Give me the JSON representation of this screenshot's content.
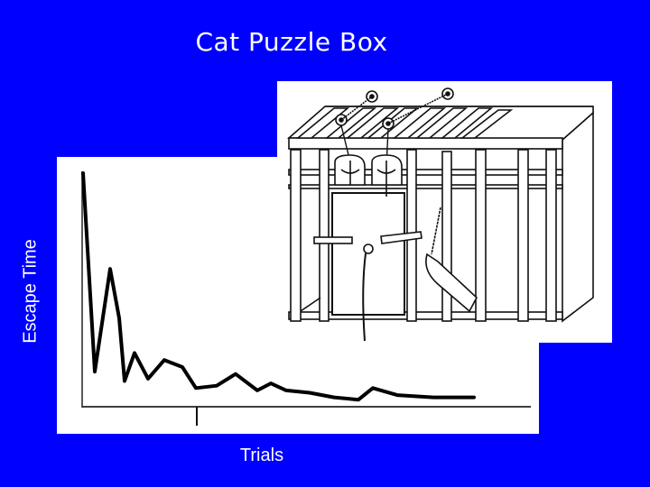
{
  "slide": {
    "title": "Cat Puzzle Box",
    "background_color": "#0000FF",
    "text_color": "#FFFFFF"
  },
  "chart_data": {
    "type": "line",
    "title": "Cat Puzzle Box",
    "xlabel": "Trials",
    "ylabel": "Escape Time",
    "grid": false,
    "legend": null,
    "x": [
      1,
      2,
      3,
      4,
      5,
      6,
      7,
      8,
      9,
      10,
      11,
      12,
      13,
      14,
      15,
      16,
      17,
      18,
      19,
      20,
      21,
      22,
      23,
      24
    ],
    "series": [
      {
        "name": "Escape Time",
        "values": [
          100,
          15,
          59,
          38,
          11,
          23,
          12,
          20,
          17,
          8,
          9,
          14,
          7,
          10,
          7,
          6,
          4,
          3,
          8,
          5,
          4,
          4,
          4,
          4
        ]
      }
    ],
    "ylim": [
      0,
      100
    ],
    "notes": "Unitless learning curve; values are relative heights read from the figure (top of curve = 100). Single unlabeled tick mark on x-axis near trial 10."
  },
  "photo": {
    "description": "Line drawing of a cat puzzle box with slatted walls, pulleys, latches and door"
  }
}
